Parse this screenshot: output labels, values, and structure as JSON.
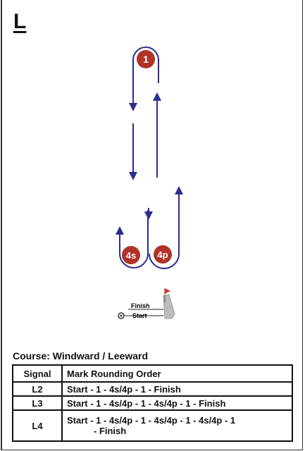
{
  "course_letter": "L",
  "marks": {
    "mark1": "1",
    "mark4s": "4s",
    "mark4p": "4p"
  },
  "start_finish": {
    "finish_label": "Finish",
    "start_label": "Start"
  },
  "course": {
    "label": "Course:  Windward / Leeward"
  },
  "table": {
    "headers": [
      "Signal",
      "Mark Rounding Order"
    ],
    "rows": [
      {
        "signal": "L2",
        "order": "Start - 1 - 4s/4p - 1 - Finish"
      },
      {
        "signal": "L3",
        "order": "Start - 1 - 4s/4p - 1 - 4s/4p - 1 - Finish"
      },
      {
        "signal": "L4",
        "order": "Start - 1 - 4s/4p - 1 - 4s/4p - 1 - 4s/4p - 1",
        "order_cont": "- Finish"
      }
    ]
  },
  "colors": {
    "mark_fill": "#b03328",
    "course_line": "#2b2e8c",
    "flag": "#d9322a",
    "boat": "#bdbdbd"
  }
}
